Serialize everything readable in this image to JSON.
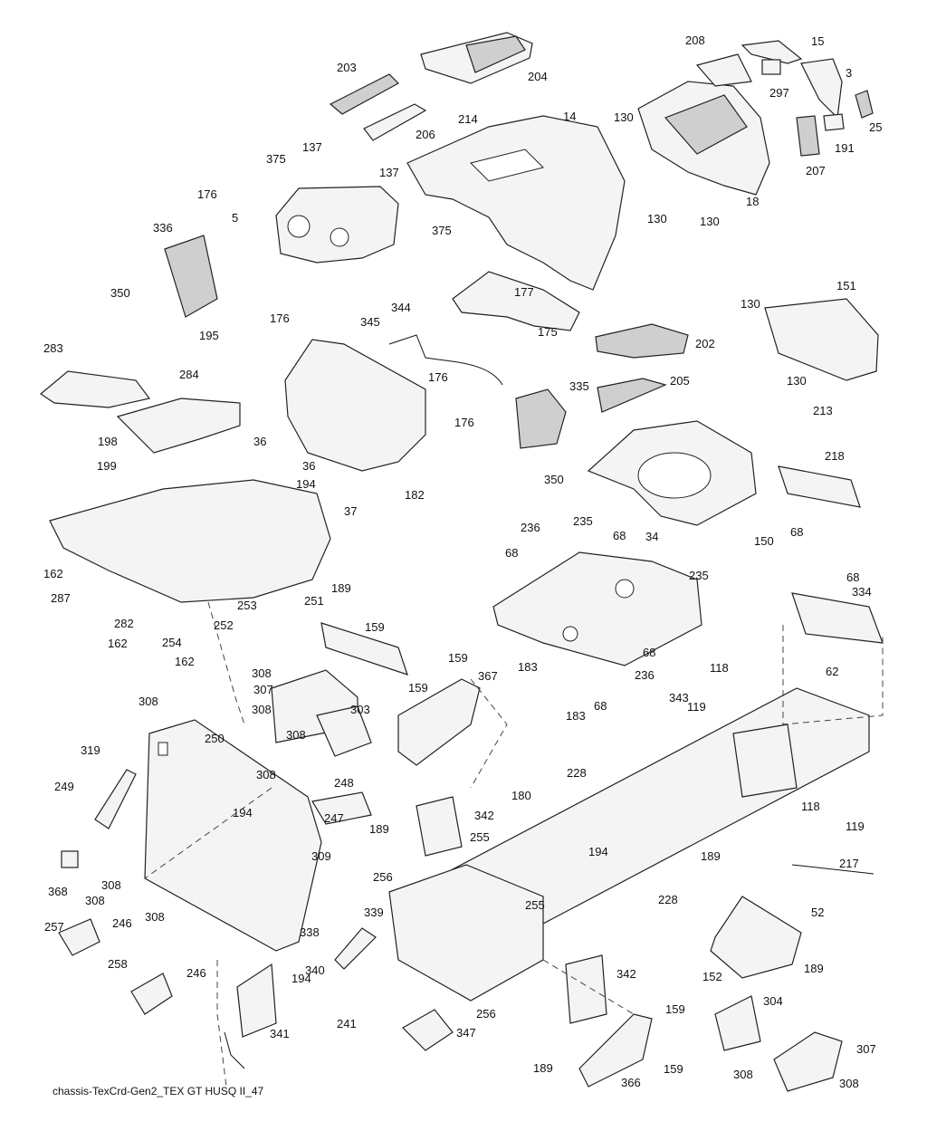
{
  "caption": "chassis-TexCrd-Gen2_TEX GT HUSQ II_47",
  "callouts": [
    "3",
    "5",
    "14",
    "15",
    "18",
    "25",
    "34",
    "36",
    "36",
    "37",
    "52",
    "62",
    "68",
    "68",
    "68",
    "68",
    "68",
    "68",
    "118",
    "118",
    "119",
    "119",
    "130",
    "130",
    "130",
    "130",
    "130",
    "137",
    "137",
    "150",
    "151",
    "152",
    "159",
    "159",
    "159",
    "159",
    "159",
    "162",
    "162",
    "162",
    "175",
    "176",
    "176",
    "176",
    "176",
    "177",
    "180",
    "182",
    "183",
    "183",
    "189",
    "189",
    "189",
    "189",
    "189",
    "191",
    "194",
    "194",
    "194",
    "194",
    "195",
    "198",
    "199",
    "202",
    "203",
    "204",
    "205",
    "206",
    "207",
    "208",
    "213",
    "214",
    "217",
    "218",
    "228",
    "228",
    "235",
    "235",
    "236",
    "236",
    "241",
    "246",
    "246",
    "247",
    "248",
    "249",
    "250",
    "251",
    "252",
    "253",
    "254",
    "255",
    "255",
    "256",
    "256",
    "257",
    "258",
    "282",
    "283",
    "284",
    "287",
    "297",
    "303",
    "304",
    "307",
    "307",
    "308",
    "308",
    "308",
    "308",
    "308",
    "308",
    "308",
    "308",
    "308",
    "308",
    "309",
    "319",
    "334",
    "335",
    "336",
    "338",
    "339",
    "340",
    "341",
    "342",
    "342",
    "343",
    "344",
    "345",
    "347",
    "350",
    "350",
    "366",
    "367",
    "368",
    "375",
    "375"
  ]
}
